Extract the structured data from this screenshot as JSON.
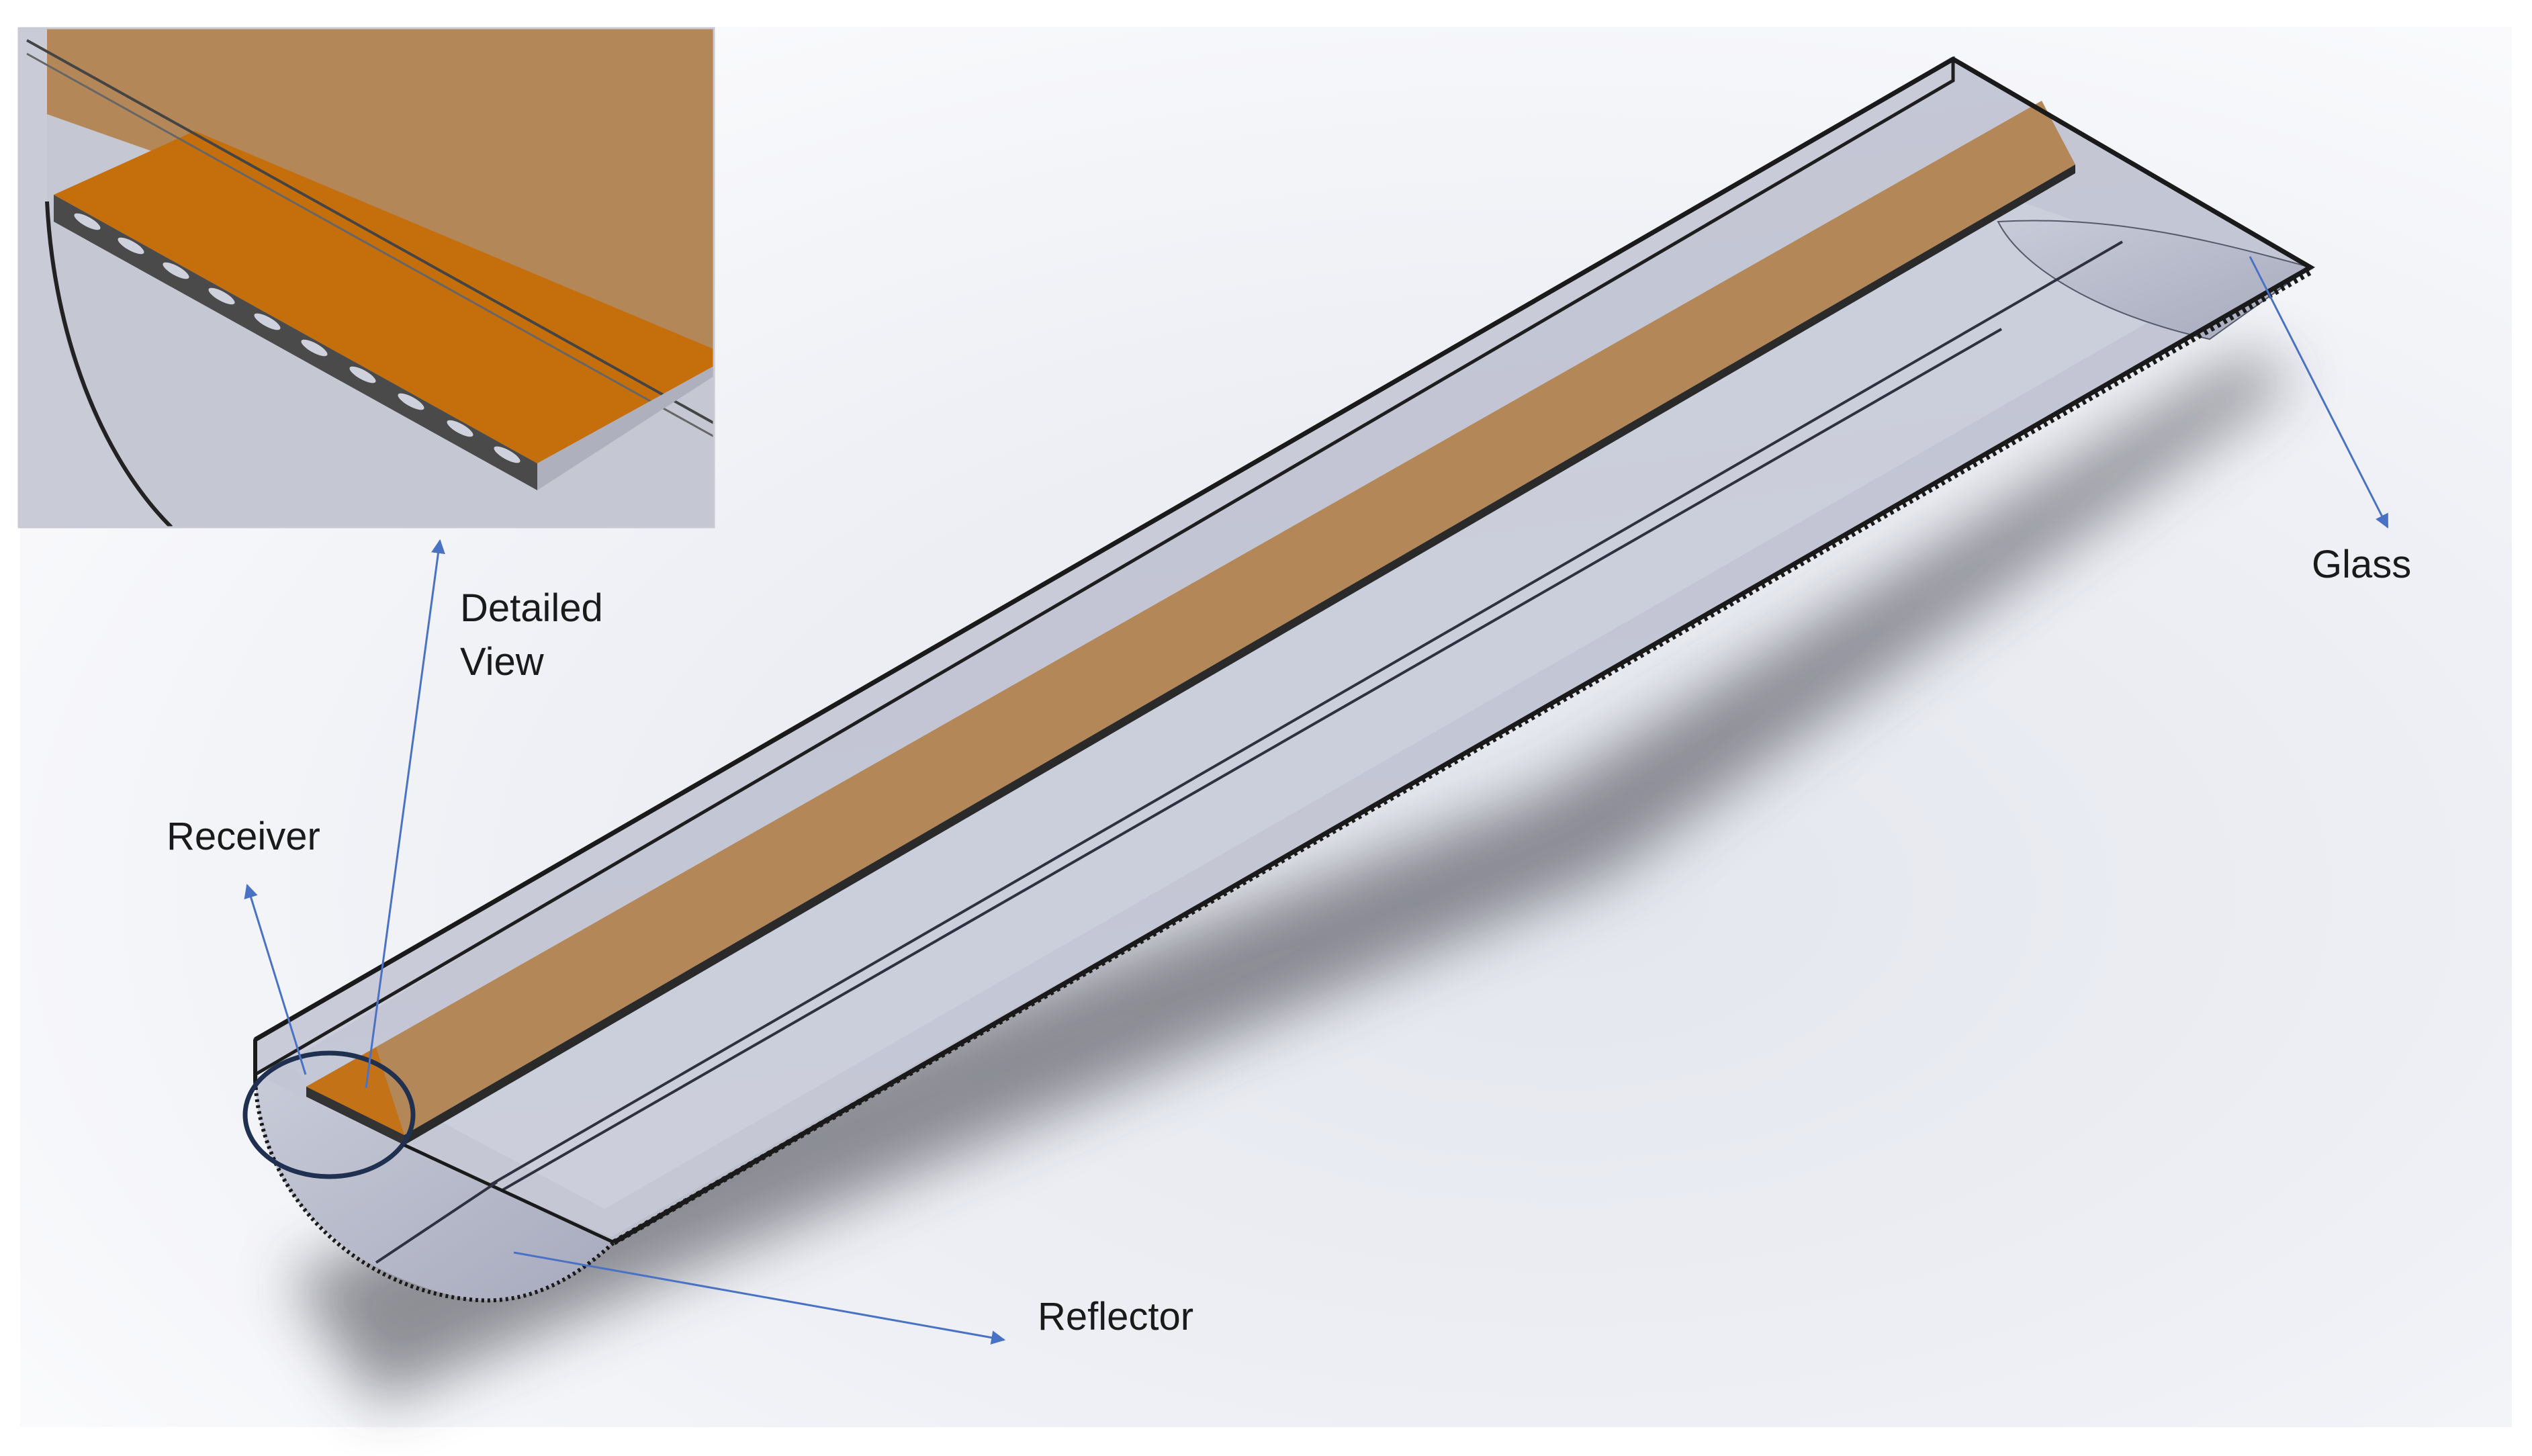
{
  "labels": {
    "detailed_view_line1": "Detailed",
    "detailed_view_line2": "View",
    "receiver": "Receiver",
    "glass": "Glass",
    "reflector": "Reflector"
  },
  "colors": {
    "receiver_orange": "#c56e0c",
    "receiver_tan": "#b38758",
    "reflector_gray": "#b9bccb",
    "glass_edge": "#1e1e1e",
    "annotation_arrow": "#4a72c4",
    "highlight_circle": "#1f3050"
  }
}
